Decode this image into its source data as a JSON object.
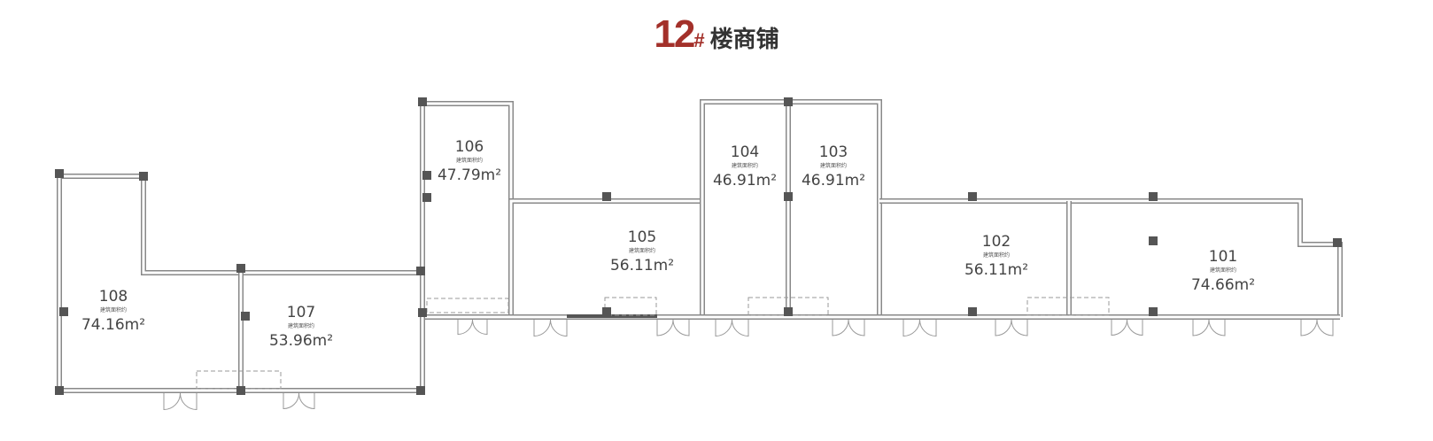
{
  "title": {
    "number": "12",
    "hash": "#",
    "text": "楼商铺"
  },
  "rooms": [
    {
      "id": "106",
      "label": "建筑面积约",
      "area": "47.79",
      "unit": "m²"
    },
    {
      "id": "104",
      "label": "建筑面积约",
      "area": "46.91",
      "unit": "m²"
    },
    {
      "id": "103",
      "label": "建筑面积约",
      "area": "46.91",
      "unit": "m²"
    },
    {
      "id": "105",
      "label": "建筑面积约",
      "area": "56.11",
      "unit": "m²"
    },
    {
      "id": "102",
      "label": "建筑面积约",
      "area": "56.11",
      "unit": "m²"
    },
    {
      "id": "101",
      "label": "建筑面积约",
      "area": "74.66",
      "unit": "m²"
    },
    {
      "id": "108",
      "label": "建筑面积约",
      "area": "74.16",
      "unit": "m²"
    },
    {
      "id": "107",
      "label": "建筑面积约",
      "area": "53.96",
      "unit": "m²"
    }
  ],
  "colors": {
    "title_accent": "#a3302a",
    "wall": "#888888",
    "pillar": "#555555"
  }
}
